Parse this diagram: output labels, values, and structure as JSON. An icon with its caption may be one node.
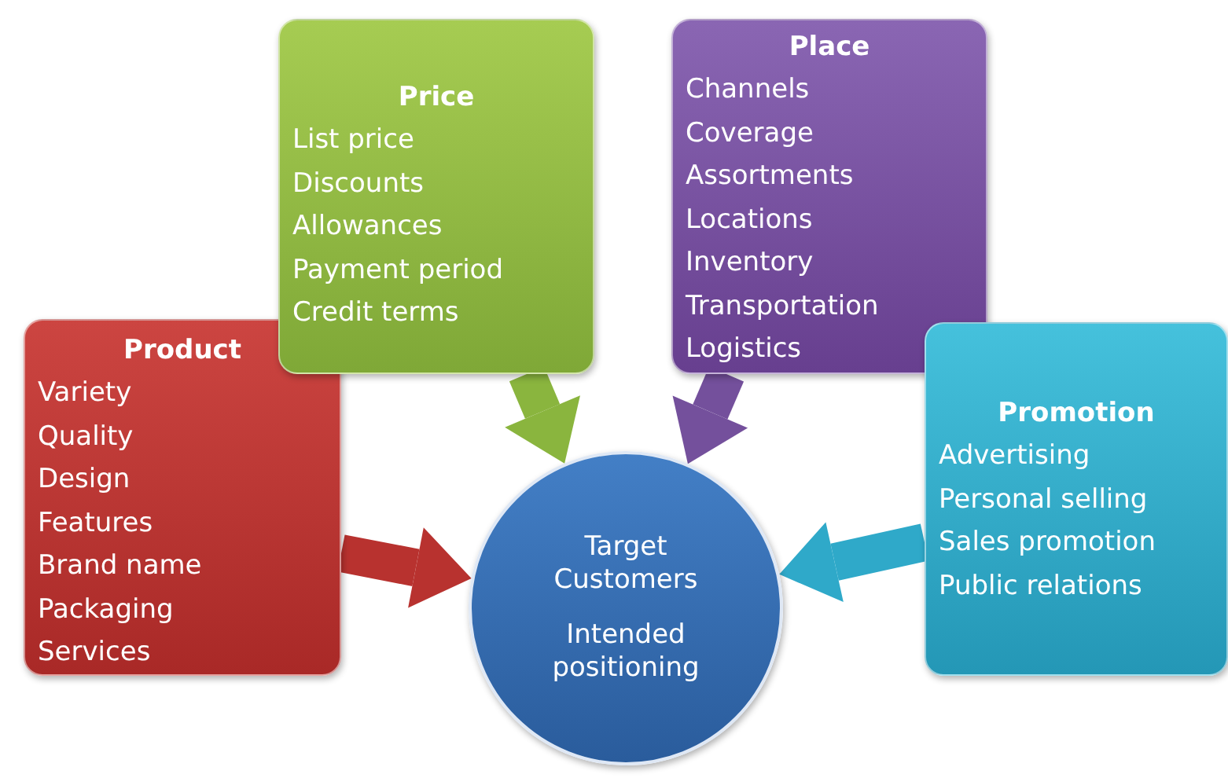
{
  "diagram": {
    "nodes": [
      {
        "text": [
          "Price",
          "List price",
          "Discounts",
          "Allowances",
          "Payment period",
          "Credit terms"
        ]
      },
      {
        "text": [
          "Place",
          "Channels",
          "Coverage",
          "Assortments",
          "Locations",
          "Inventory",
          "Transportation",
          "Logistics"
        ]
      },
      {
        "text": [
          "Product",
          "Variety",
          "Quality",
          "Design",
          "Features",
          "Brand name",
          "Packaging",
          "Services"
        ]
      },
      {
        "text": [
          "Promotion",
          "Advertising",
          "Personal selling",
          "Sales promotion",
          "Public relations"
        ]
      },
      {
        "text": [
          "Target Customers",
          "Intended positioning"
        ]
      }
    ],
    "edges": [
      {
        "from": 2,
        "to": 4,
        "arrow": "to",
        "color": "#b8322f"
      },
      {
        "from": 0,
        "to": 4,
        "arrow": "to",
        "color": "#8ab53e"
      },
      {
        "from": 1,
        "to": 4,
        "arrow": "to",
        "color": "#74509c"
      },
      {
        "from": 3,
        "to": 4,
        "arrow": "to",
        "color": "#2fa9c9"
      }
    ]
  }
}
